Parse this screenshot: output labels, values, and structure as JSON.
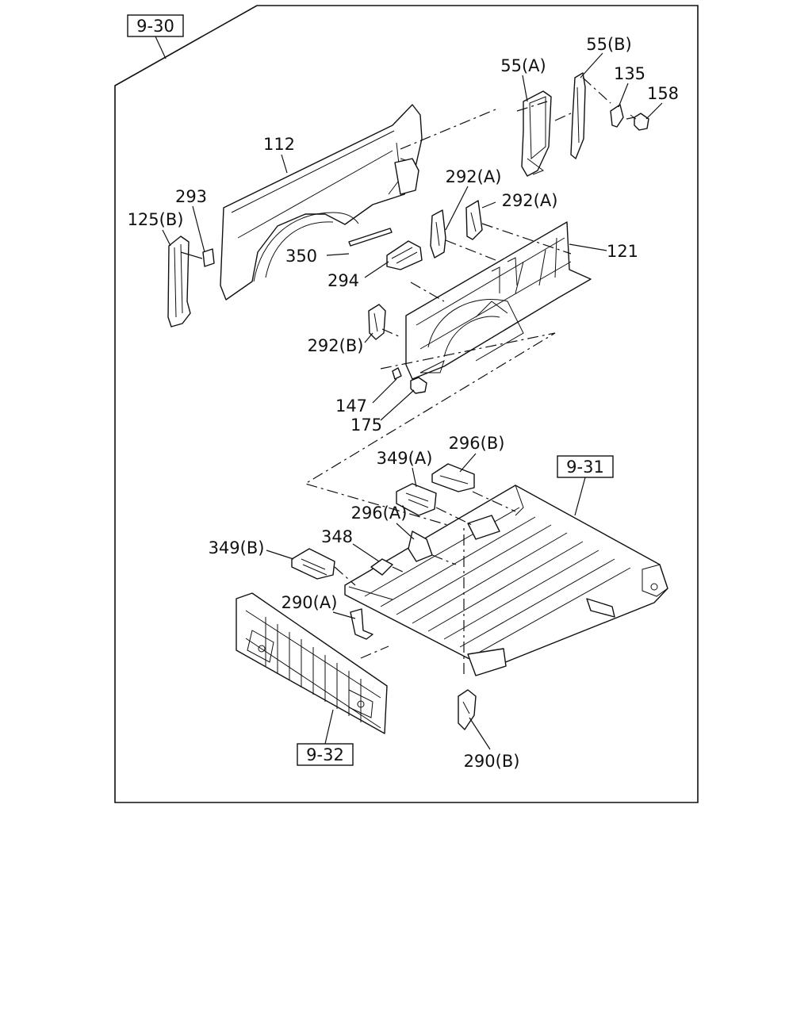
{
  "references": {
    "frame_ref": "9-30",
    "chassis_ref": "9-31",
    "tailgate_ref": "9-32"
  },
  "callouts": {
    "p55a": "55(A)",
    "p55b": "55(B)",
    "p135": "135",
    "p158": "158",
    "p112": "112",
    "p293": "293",
    "p125b": "125(B)",
    "p292a_1": "292(A)",
    "p292a_2": "292(A)",
    "p121": "121",
    "p350": "350",
    "p294": "294",
    "p292b": "292(B)",
    "p147": "147",
    "p175": "175",
    "p349a": "349(A)",
    "p296b": "296(B)",
    "p296a": "296(A)",
    "p348": "348",
    "p349b": "349(B)",
    "p290a": "290(A)",
    "p290b": "290(B)"
  }
}
